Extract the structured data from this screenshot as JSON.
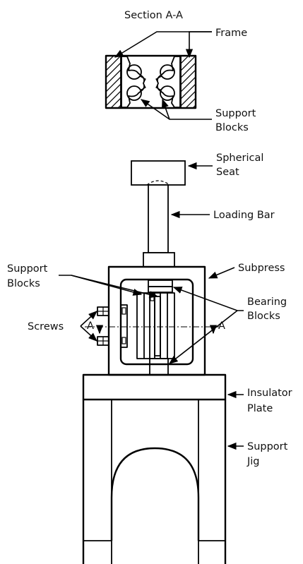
{
  "labels": {
    "section_title": "Section A-A",
    "frame": "Frame",
    "support_blocks_top_line1": "Support",
    "support_blocks_top_line2": "Blocks",
    "spherical_seat_line1": "Spherical",
    "spherical_seat_line2": "Seat",
    "loading_bar": "Loading Bar",
    "subpress": "Subpress",
    "support_blocks_left_line1": "Support",
    "support_blocks_left_line2": "Blocks",
    "screws": "Screws",
    "section_marker_left": "A",
    "section_marker_right": "A",
    "bearing_blocks_line1": "Bearing",
    "bearing_blocks_line2": "Blocks",
    "insulator_plate_line1": "Insulator",
    "insulator_plate_line2": "Plate",
    "support_jig_line1": "Support",
    "support_jig_line2": "Jig"
  },
  "colors": {
    "stroke": "#000000",
    "background": "#ffffff",
    "text": "#111111"
  }
}
